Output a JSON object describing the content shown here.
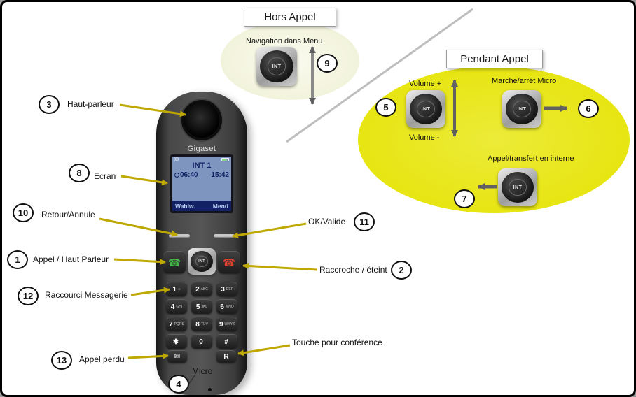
{
  "bubbles": {
    "hors_appel": {
      "title": "Hors Appel",
      "nav_label": "Navigation dans Menu"
    },
    "pendant_appel": {
      "title": "Pendant Appel",
      "volume_plus": "Volume +",
      "volume_minus": "Volume -",
      "micro_toggle": "Marche/arrêt Micro",
      "transfer": "Appel/transfert en interne"
    }
  },
  "labels": {
    "haut_parleur": "Haut-parleur",
    "ecran": "Ecran",
    "retour": "Retour/Annule",
    "ok_valide": "OK/Valide",
    "appel_hp": "Appel / Haut Parleur",
    "raccroche": "Raccroche / éteint",
    "messagerie": "Raccourci Messagerie",
    "appel_perdu": "Appel perdu",
    "micro": "Micro",
    "conference": "Touche pour conférence"
  },
  "callouts": {
    "c1": "1",
    "c2": "2",
    "c3": "3",
    "c4": "4",
    "c5": "5",
    "c6": "6",
    "c7": "7",
    "c8": "8",
    "c9": "9",
    "c10": "10",
    "c11": "11",
    "c12": "12",
    "c13": "13"
  },
  "phone": {
    "brand": "Gigaset",
    "nav_center_label": "INT",
    "screen": {
      "signal_icon": ")))",
      "int_line": "INT 1",
      "alarm_time": "06:40",
      "clock_time": "15:42",
      "softkey_left": "Wahlw.",
      "softkey_right": "Menü"
    },
    "icons": {
      "call": "☎",
      "hangup": "☎",
      "message": "✉"
    },
    "r_key": "R",
    "keypad": [
      [
        {
          "d": "1",
          "s": "∞"
        },
        {
          "d": "2",
          "s": "ABC"
        },
        {
          "d": "3",
          "s": "DEF"
        }
      ],
      [
        {
          "d": "4",
          "s": "GHI"
        },
        {
          "d": "5",
          "s": "JKL"
        },
        {
          "d": "6",
          "s": "MNO"
        }
      ],
      [
        {
          "d": "7",
          "s": "PQRS"
        },
        {
          "d": "8",
          "s": "TUV"
        },
        {
          "d": "9",
          "s": "WXYZ"
        }
      ],
      [
        {
          "d": "✱",
          "s": ""
        },
        {
          "d": "0",
          "s": ""
        },
        {
          "d": "#",
          "s": ""
        }
      ]
    ]
  },
  "colors": {
    "pendant_bg": "#e7e512",
    "hors_bg": "#f4f5de",
    "arrow_yellow": "#c0a802",
    "screen_bg": "#7d95bf",
    "screen_ink": "#122064",
    "call_green": "#43b84a",
    "hangup_red": "#e04034"
  }
}
